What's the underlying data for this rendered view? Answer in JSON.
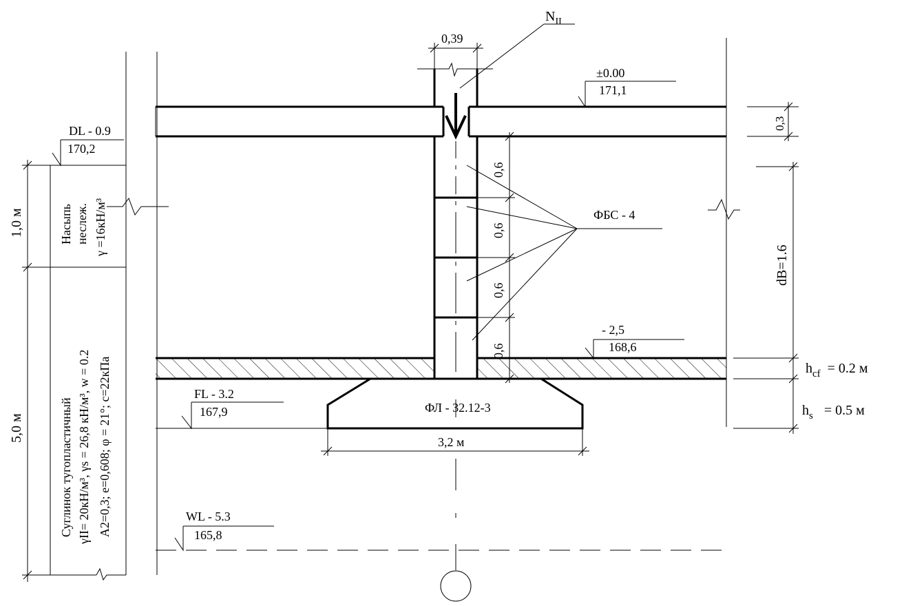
{
  "load": {
    "label": "N",
    "sub": "II"
  },
  "wall": {
    "thickness": "0,39",
    "block_label": "ФБС - 4",
    "block_heights": [
      "0,6",
      "0,6",
      "0,6",
      "0,6"
    ]
  },
  "slab_thickness": "0,3",
  "level_top": {
    "rel": "±0.00",
    "abs": "171,1"
  },
  "level_floor": {
    "rel": "- 2,5",
    "abs": "168,6"
  },
  "level_dl": {
    "rel": "DL  - 0.9",
    "abs": "170,2"
  },
  "level_fl": {
    "rel": "FL  - 3.2",
    "abs": "167,9"
  },
  "level_wl": {
    "rel": "WL  - 5.3",
    "abs": "165,8"
  },
  "layer1": {
    "thickness": "1,0 м",
    "lines": [
      "Насыпь",
      "неслеж.",
      "γ =16кН/м³"
    ]
  },
  "layer2": {
    "thickness": "5,0 м",
    "lines": [
      "Суглинок тугопластичный",
      "γII= 20кН/м³, γs = 26,8 кН/м³, w = 0.2",
      "A2=0,3; e=0,608;   φ = 21°; c=22кПа"
    ]
  },
  "footing": {
    "label": "ФЛ - 32.12-3",
    "width": "3,2 м"
  },
  "dims": {
    "db": "dB=1.6",
    "hcf_main": "h",
    "hcf_sub": "cf",
    "hcf_val": "= 0.2 м",
    "hs_main": "h",
    "hs_sub": "s",
    "hs_val": "= 0.5 м"
  }
}
